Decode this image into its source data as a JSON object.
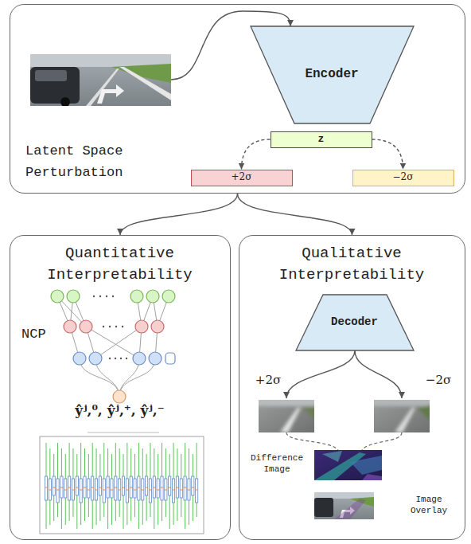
{
  "diagram": {
    "nodes": [
      {
        "text": [
          "Latent Space Perturbation"
        ]
      },
      {
        "text": [
          "Encoder"
        ],
        "in": 0
      },
      {
        "text": [
          "z"
        ],
        "in": 0
      },
      {
        "text": [
          "+2σ"
        ],
        "in": 0
      },
      {
        "text": [
          "−2σ"
        ],
        "in": 0
      },
      {
        "text": [
          "Quantitative Interpretability",
          "NCP",
          "ŷʲ,⁰, ŷʲ,⁺, ŷʲ,⁻"
        ]
      },
      {
        "text": [
          "Qualitative Interpretability"
        ]
      },
      {
        "text": [
          "Decoder"
        ],
        "in": 6
      }
    ],
    "edges": [
      {
        "from": 2,
        "to": 3,
        "arrow": "to"
      },
      {
        "from": 2,
        "to": 4,
        "arrow": "to"
      },
      {
        "from": 0,
        "to": 5,
        "arrow": "to"
      },
      {
        "from": 0,
        "to": 6,
        "arrow": "to"
      }
    ],
    "labels": [
      "+2σ",
      "−2σ",
      "Difference Image",
      "Image Overlay"
    ]
  }
}
